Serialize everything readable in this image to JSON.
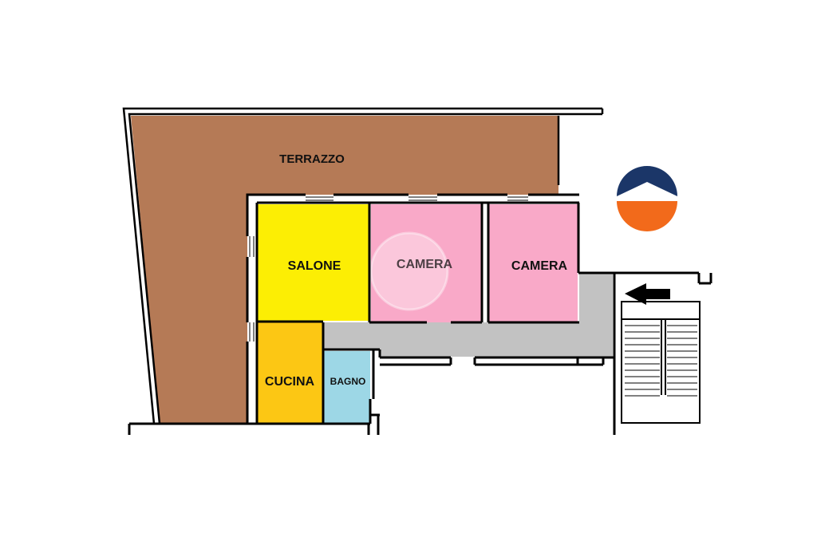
{
  "rooms": {
    "terrazzo": {
      "label": "TERRAZZO",
      "color": "#b57a56"
    },
    "salone": {
      "label": "SALONE",
      "color": "#fcee04"
    },
    "camera_1": {
      "label": "CAMERA",
      "color": "#f9a9c8"
    },
    "camera_2": {
      "label": "CAMERA",
      "color": "#f9a9c8"
    },
    "cucina": {
      "label": "CUCINA",
      "color": "#fcc714"
    },
    "bagno": {
      "label": "BAGNO",
      "color": "#9dd7e6"
    },
    "corridoio": {
      "color": "#c2c2c2"
    }
  },
  "colors": {
    "wall": "#000000",
    "logo_top": "#1b3668",
    "logo_bottom": "#f26a1b"
  },
  "icons": {
    "entrance_arrow": "left-arrow-icon",
    "logo": "house-roof-logo-icon",
    "staircase": "staircase-icon"
  }
}
